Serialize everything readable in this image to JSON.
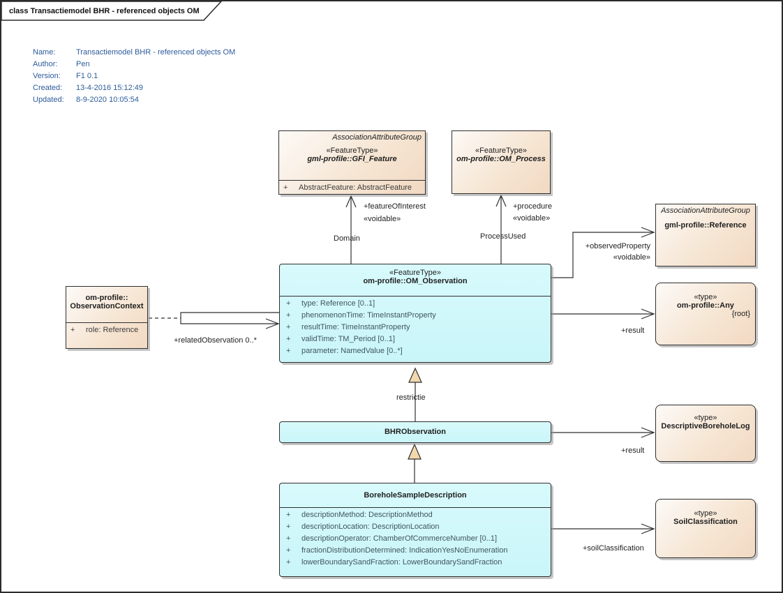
{
  "frame": {
    "title": "class Transactiemodel BHR - referenced objects OM"
  },
  "metadata": {
    "rows": [
      {
        "label": "Name:",
        "value": "Transactiemodel BHR - referenced objects OM"
      },
      {
        "label": "Author:",
        "value": "Pen"
      },
      {
        "label": "Version:",
        "value": "F1 0.1"
      },
      {
        "label": "Created:",
        "value": "13-4-2016 15:12:49"
      },
      {
        "label": "Updated:",
        "value": "8-9-2020 10:05:54"
      }
    ]
  },
  "classes": {
    "gfi_feature": {
      "tag": "AssociationAttributeGroup",
      "stereotype": "«FeatureType»",
      "name": "gml-profile::GFI_Feature",
      "attributes": [
        {
          "vis": "+",
          "text": "AbstractFeature: AbstractFeature"
        }
      ]
    },
    "om_process": {
      "stereotype": "«FeatureType»",
      "name": "om-profile::OM_Process"
    },
    "om_observation": {
      "stereotype": "«FeatureType»",
      "name": "om-profile::OM_Observation",
      "attributes": [
        {
          "vis": "+",
          "text": "type: Reference [0..1]"
        },
        {
          "vis": "+",
          "text": "phenomenonTime: TimeInstantProperty"
        },
        {
          "vis": "+",
          "text": "resultTime: TimeInstantProperty"
        },
        {
          "vis": "+",
          "text": "validTime: TM_Period [0..1]"
        },
        {
          "vis": "+",
          "text": "parameter: NamedValue [0..*]"
        }
      ]
    },
    "observation_context": {
      "name_line1": "om-profile::",
      "name_line2": "ObservationContext",
      "attributes": [
        {
          "vis": "+",
          "text": "role: Reference"
        }
      ]
    },
    "reference": {
      "tag": "AssociationAttributeGroup",
      "name": "gml-profile::Reference"
    },
    "any": {
      "stereotype": "«type»",
      "name": "om-profile::Any",
      "constraint": "{root}"
    },
    "bhr_observation": {
      "name": "BHRObservation"
    },
    "descriptive_borehole_log": {
      "stereotype": "«type»",
      "name": "DescriptiveBoreholeLog"
    },
    "borehole_sample_description": {
      "name": "BoreholeSampleDescription",
      "attributes": [
        {
          "vis": "+",
          "text": "descriptionMethod: DescriptionMethod"
        },
        {
          "vis": "+",
          "text": "descriptionLocation: DescriptionLocation"
        },
        {
          "vis": "+",
          "text": "descriptionOperator: ChamberOfCommerceNumber [0..1]"
        },
        {
          "vis": "+",
          "text": "fractionDistributionDetermined: IndicationYesNoEnumeration"
        },
        {
          "vis": "+",
          "text": "lowerBoundarySandFraction: LowerBoundarySandFraction"
        }
      ]
    },
    "soil_classification": {
      "stereotype": "«type»",
      "name": "SoilClassification"
    }
  },
  "labels": {
    "feature_of_interest": "+featureOfInterest",
    "voidable_1": "«voidable»",
    "domain": "Domain",
    "procedure": "+procedure",
    "voidable_2": "«voidable»",
    "process_used": "ProcessUsed",
    "observed_property": "+observedProperty",
    "voidable_3": "«voidable»",
    "result_1": "+result",
    "related_observation": "+relatedObservation 0..*",
    "restrictie": "restrictie",
    "result_2": "+result",
    "soil_classification": "+soilClassification"
  },
  "colors": {
    "class_fill_cyan": "#ccf6fa",
    "class_fill_peach": "#f2d9c2",
    "border": "#2f2f2f",
    "generalization_arrow_fill": "#f2d8ad",
    "metadata_text": "#2d5b9b"
  }
}
